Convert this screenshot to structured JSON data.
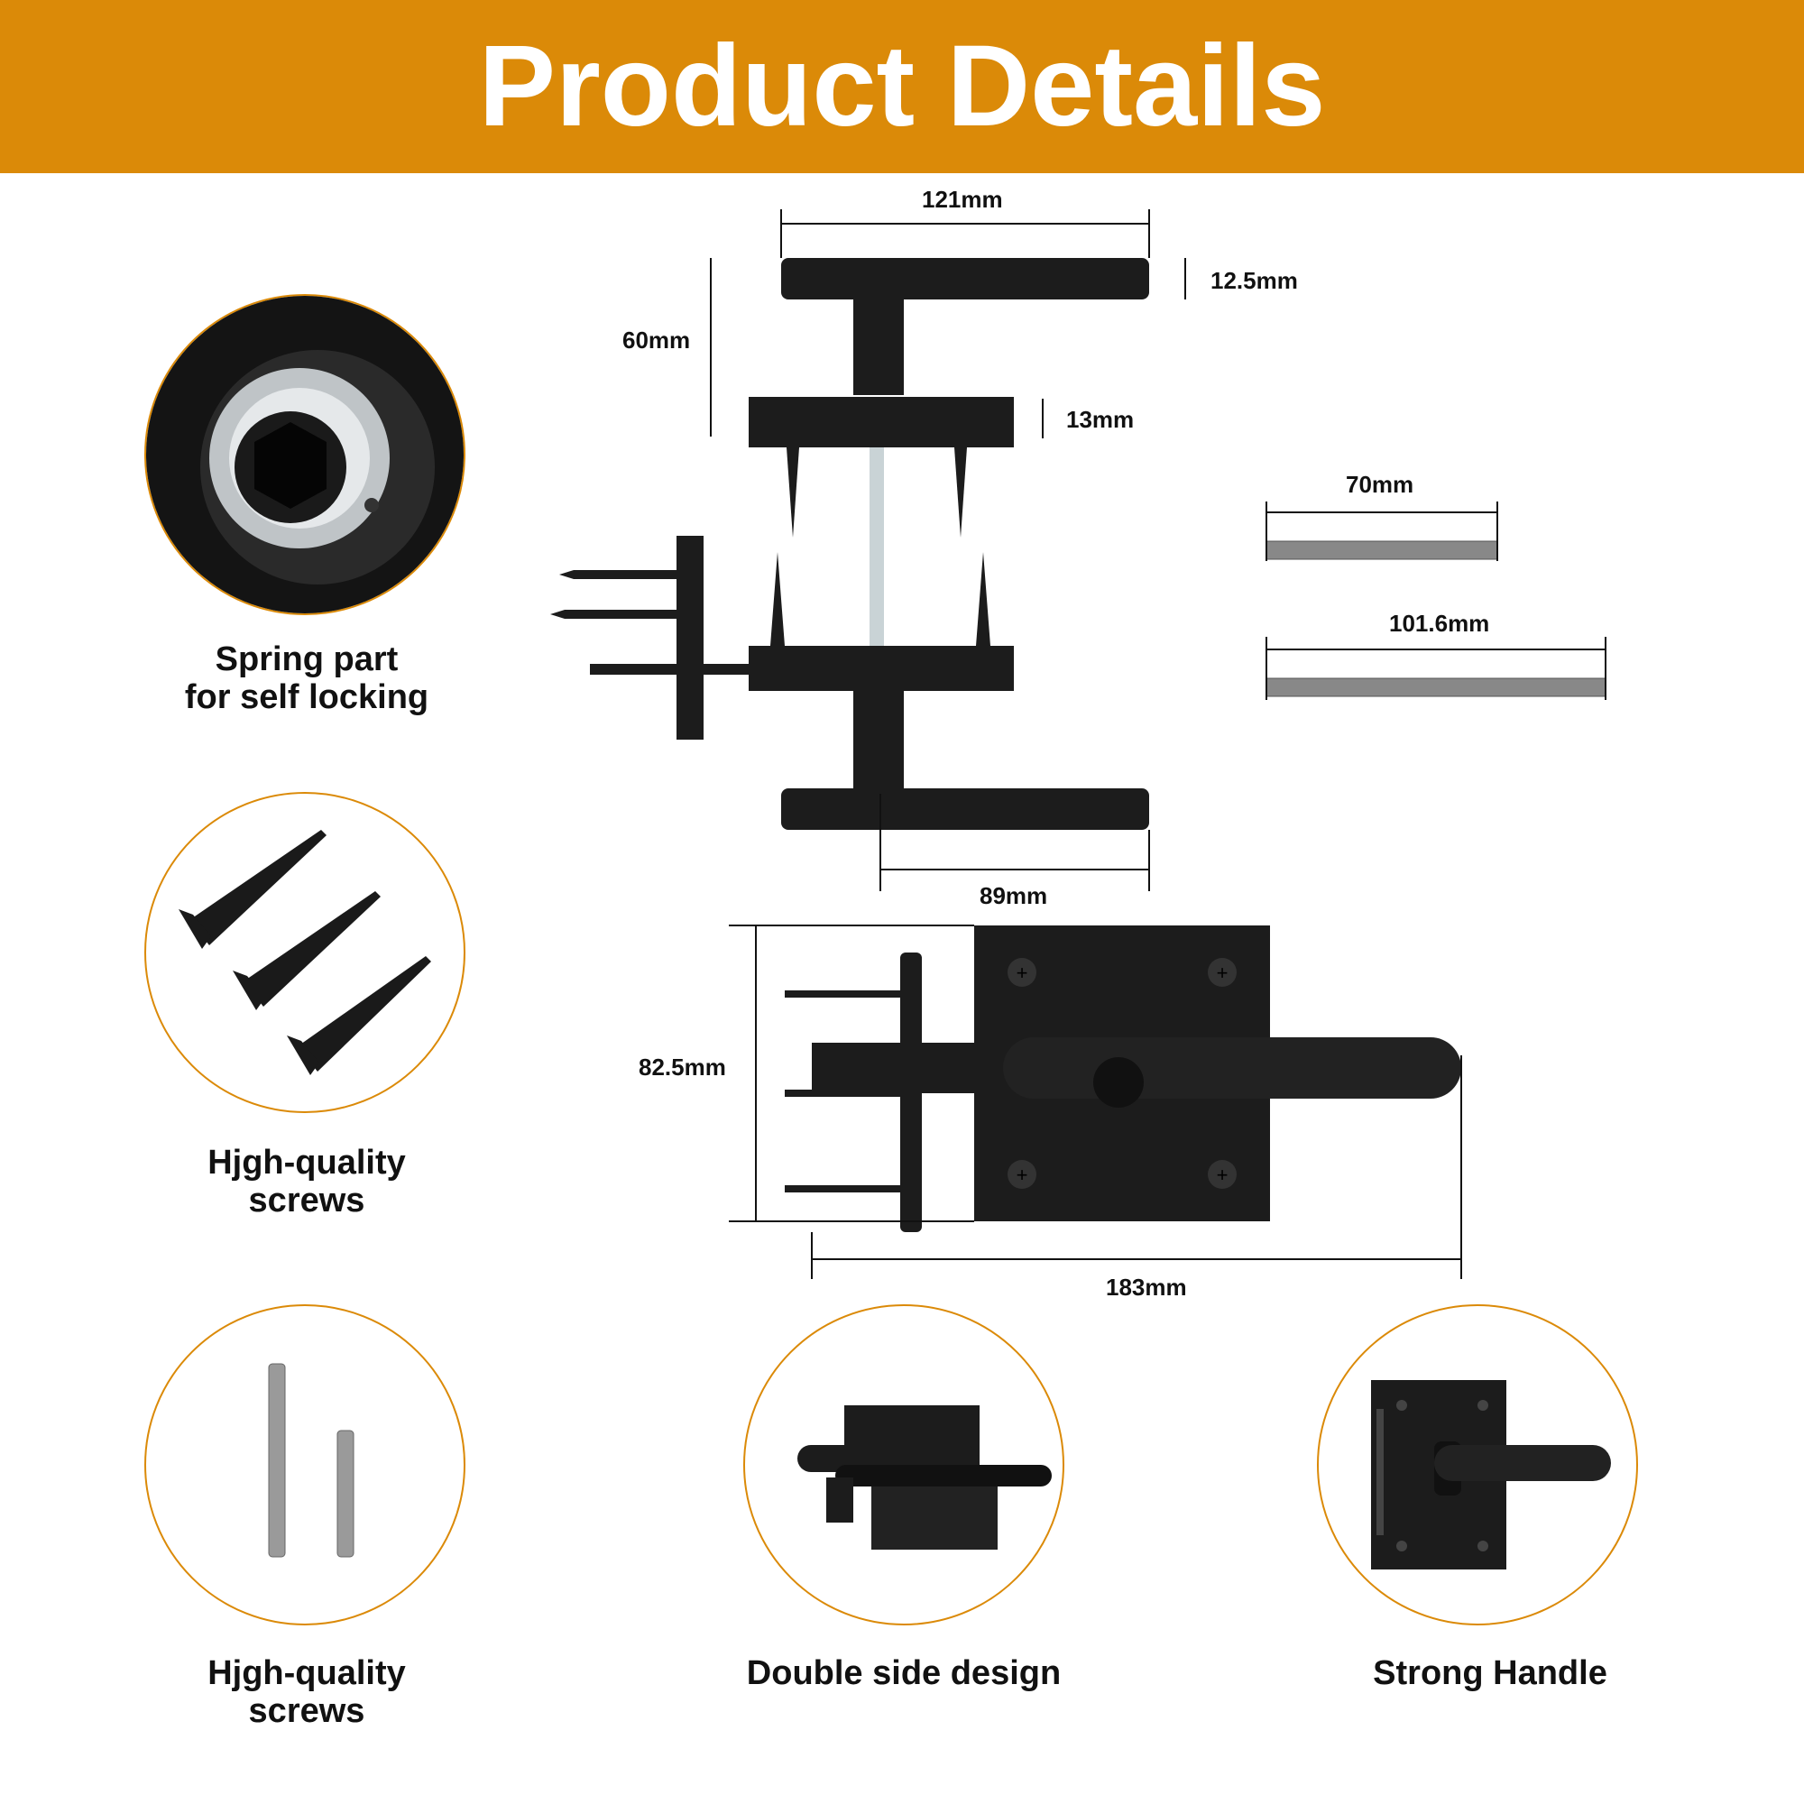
{
  "header": {
    "title": "Product Details"
  },
  "features": [
    {
      "caption_line1": "Spring part",
      "caption_line2": "for self locking",
      "icon": "spring-part-icon"
    },
    {
      "caption_line1": "Hjgh-quality",
      "caption_line2": "screws",
      "icon": "screws-icon"
    },
    {
      "caption_line1": "Hjgh-quality",
      "caption_line2": "screws",
      "icon": "pins-icon"
    },
    {
      "caption_line1": "Double side design",
      "caption_line2": "",
      "icon": "double-side-lock-icon"
    },
    {
      "caption_line1": "Strong Handle",
      "caption_line2": "",
      "icon": "handle-icon"
    }
  ],
  "dimensions": {
    "handle_width": "121mm",
    "handle_thickness": "12.5mm",
    "spindle_height": "60mm",
    "plate_thickness": "13mm",
    "short_pin": "70mm",
    "long_pin": "101.6mm",
    "lever_reach": "89mm",
    "plate_height": "82.5mm",
    "total_length": "183mm"
  },
  "colors": {
    "accent": "#DB8A08",
    "hardware": "#1c1c1c"
  }
}
